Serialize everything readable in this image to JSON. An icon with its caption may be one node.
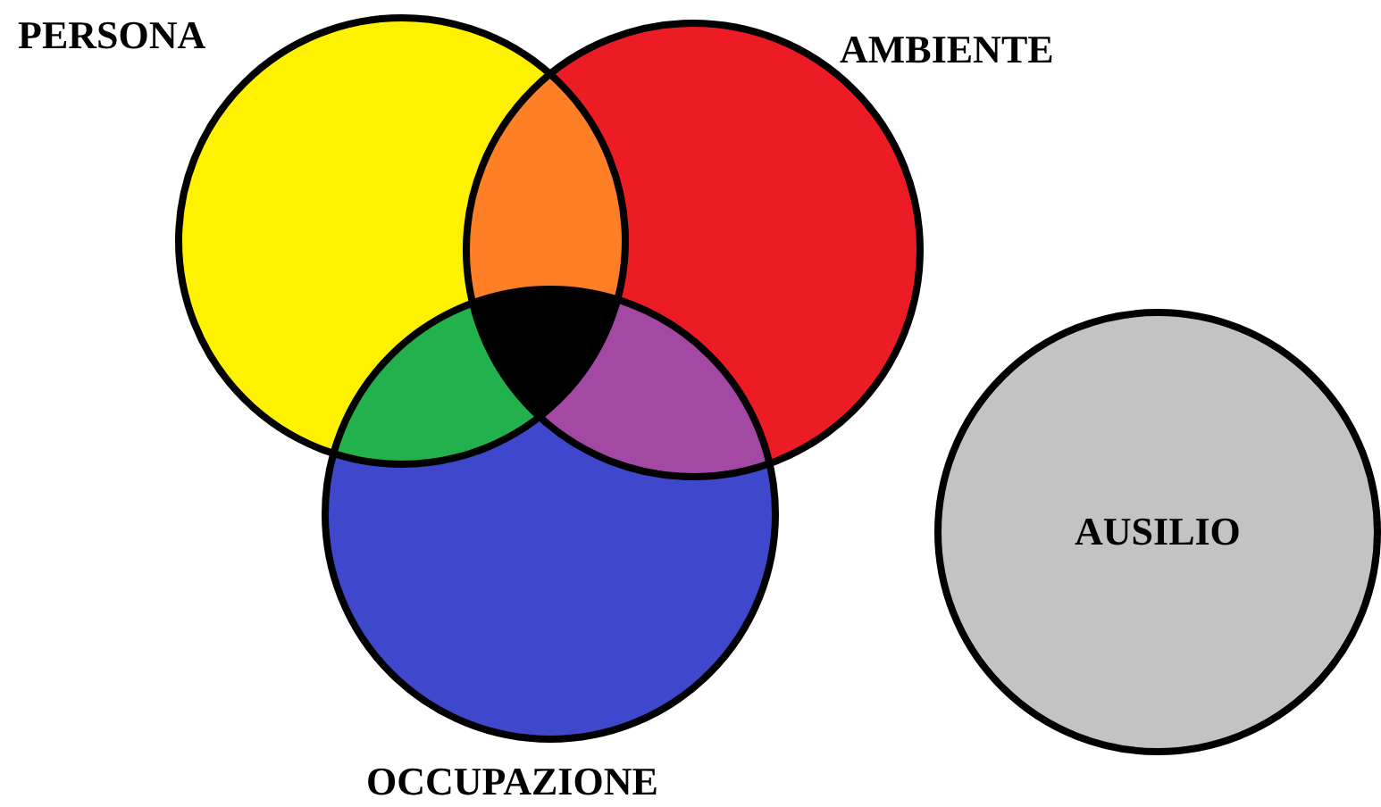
{
  "diagram": {
    "nodes": [
      {
        "text": [
          "PERSONA"
        ]
      },
      {
        "text": [
          "AMBIENTE"
        ]
      },
      {
        "text": [
          "OCCUPAZIONE"
        ]
      },
      {
        "text": [
          "AUSILIO"
        ]
      }
    ]
  }
}
